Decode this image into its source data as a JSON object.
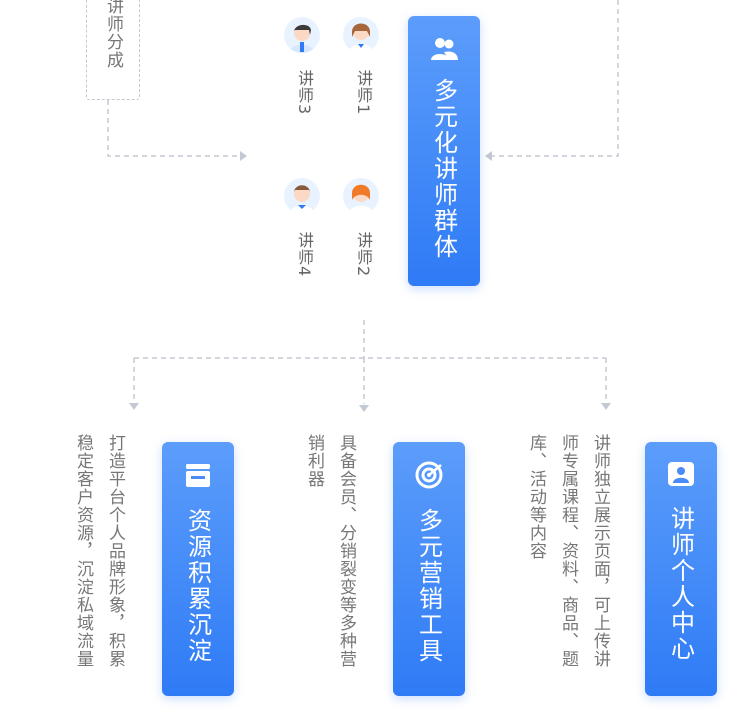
{
  "center": {
    "title": "多元化讲师群体",
    "icon": "group-icon"
  },
  "teachers": [
    {
      "label": "讲师1",
      "icon": "teacher-avatar-icon"
    },
    {
      "label": "讲师2",
      "icon": "teacher-avatar-icon"
    },
    {
      "label": "讲师3",
      "icon": "teacher-avatar-icon"
    },
    {
      "label": "讲师4",
      "icon": "teacher-avatar-icon"
    }
  ],
  "top_box": {
    "label": "讲师分成"
  },
  "features": [
    {
      "title": "讲师个人中心",
      "icon": "user-card-icon",
      "desc_line1": "讲师独立展示页面，可上传讲",
      "desc_line2": "师专属课程、资料、商品、题",
      "desc_line3": "库、活动等内容"
    },
    {
      "title": "多元营销工具",
      "icon": "target-icon",
      "desc_line1": "具备会员、分销裂变等多种营",
      "desc_line2": "销利器"
    },
    {
      "title": "资源积累沉淀",
      "icon": "folder-icon",
      "desc_line1": "打造平台个人品牌形象，积累",
      "desc_line2": "稳定客户资源，沉淀私域流量"
    }
  ],
  "colors": {
    "accent": "#2f7bf6",
    "accent_light": "#5c9dfb",
    "line": "#c3c9d2",
    "text": "#777777"
  }
}
